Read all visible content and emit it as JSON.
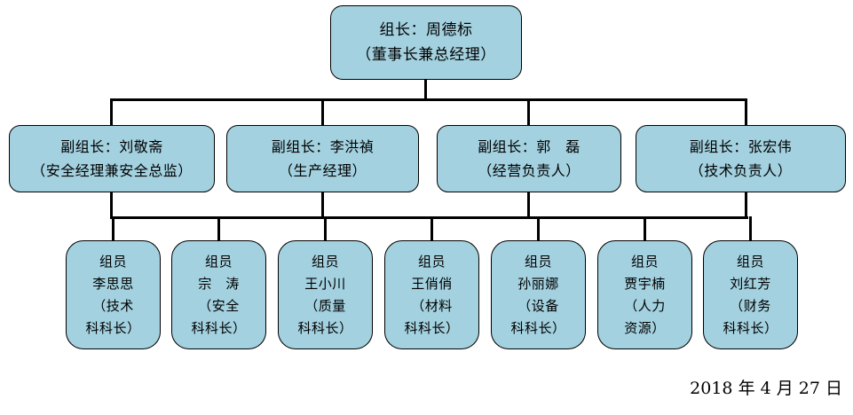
{
  "chart_data": {
    "type": "diagram",
    "title": "组织机构图",
    "orientation": "top-down",
    "levels": 3,
    "node_fill_color": "#a3d1df",
    "line_color": "#000000",
    "nodes": [
      {
        "id": "root",
        "level": 0,
        "lines": [
          "组长：周德标",
          "（董事长兼总经理）"
        ]
      },
      {
        "id": "deputy-0",
        "level": 1,
        "lines": [
          "副组长：刘敬斋",
          "（安全经理兼安全总监）"
        ]
      },
      {
        "id": "deputy-1",
        "level": 1,
        "lines": [
          "副组长：李洪禎",
          "（生产经理）"
        ]
      },
      {
        "id": "deputy-2",
        "level": 1,
        "lines": [
          "副组长：郭　磊",
          "（经营负责人）"
        ]
      },
      {
        "id": "deputy-3",
        "level": 1,
        "lines": [
          "副组长：张宏伟",
          "（技术负责人）"
        ]
      },
      {
        "id": "member-0",
        "level": 2,
        "lines": [
          "组员",
          "李思思",
          "（技术",
          "科科长）"
        ]
      },
      {
        "id": "member-1",
        "level": 2,
        "lines": [
          "组员",
          "宗　涛",
          "（安全",
          "科科长）"
        ]
      },
      {
        "id": "member-2",
        "level": 2,
        "lines": [
          "组员",
          "王小川",
          "（质量",
          "科科长）"
        ]
      },
      {
        "id": "member-3",
        "level": 2,
        "lines": [
          "组员",
          "王俏俏",
          "（材料",
          "科科长）"
        ]
      },
      {
        "id": "member-4",
        "level": 2,
        "lines": [
          "组员",
          "孙丽娜",
          "（设备",
          "科科长）"
        ]
      },
      {
        "id": "member-5",
        "level": 2,
        "lines": [
          "组员",
          "贾宇楠",
          "（人力",
          "资源）"
        ]
      },
      {
        "id": "member-6",
        "level": 2,
        "lines": [
          "组员",
          "刘红芳",
          "（财务",
          "科科长）"
        ]
      }
    ]
  },
  "root": {
    "line1": "组长：周德标",
    "line2": "（董事长兼总经理）"
  },
  "deputies": [
    {
      "line1": "副组长：刘敬斋",
      "line2": "（安全经理兼安全总监）"
    },
    {
      "line1": "副组长：李洪禎",
      "line2": "（生产经理）"
    },
    {
      "line1": "副组长：郭　磊",
      "line2": "（经营负责人）"
    },
    {
      "line1": "副组长：张宏伟",
      "line2": "（技术负责人）"
    }
  ],
  "members": [
    {
      "line1": "组员",
      "line2": "李思思",
      "line3": "（技术",
      "line4": "科科长）"
    },
    {
      "line1": "组员",
      "line2": "宗　涛",
      "line3": "（安全",
      "line4": "科科长）"
    },
    {
      "line1": "组员",
      "line2": "王小川",
      "line3": "（质量",
      "line4": "科科长）"
    },
    {
      "line1": "组员",
      "line2": "王俏俏",
      "line3": "（材料",
      "line4": "科科长）"
    },
    {
      "line1": "组员",
      "line2": "孙丽娜",
      "line3": "（设备",
      "line4": "科科长）"
    },
    {
      "line1": "组员",
      "line2": "贾宇楠",
      "line3": "（人力",
      "line4": "资源）"
    },
    {
      "line1": "组员",
      "line2": "刘红芳",
      "line3": "（财务",
      "line4": "科科长）"
    }
  ],
  "footer": {
    "date": "2018 年 4 月 27 日"
  }
}
